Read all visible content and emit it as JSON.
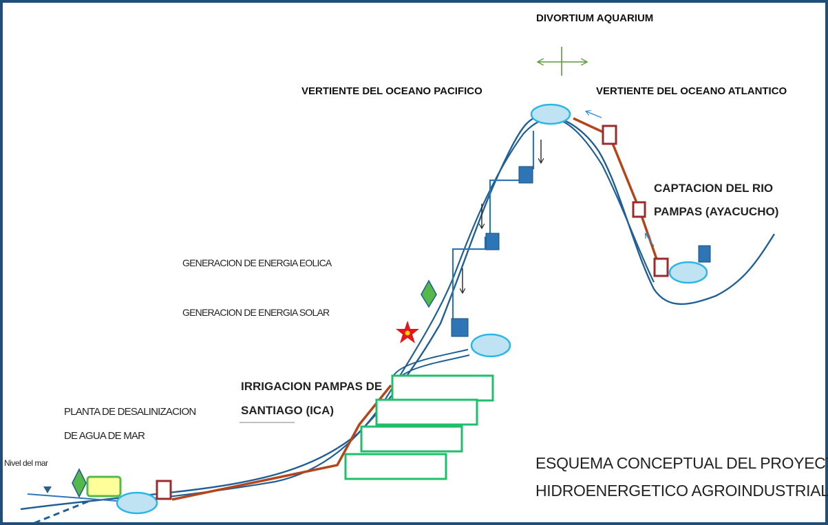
{
  "labels": {
    "divortium": "DIVORTIUM AQUARIUM",
    "pacific": "VERTIENTE DEL OCEANO PACIFICO",
    "atlantic": "VERTIENTE DEL OCEANO ATLANTICO",
    "captacion_line1": "CAPTACION  DEL RIO",
    "captacion_line2": "PAMPAS (AYACUCHO)",
    "eolica": "GENERACION DE ENERGIA EOLICA",
    "solar": "GENERACION DE ENERGIA SOLAR",
    "irrigacion_line1": "IRRIGACION PAMPAS DE",
    "irrigacion_line2": "SANTIAGO (ICA)",
    "planta_line1": "PLANTA DE DESALINIZACION",
    "planta_line2": "DE AGUA DE MAR",
    "nivel_mar": "Nivel del mar",
    "title_line1": "ESQUEMA CONCEPTUAL DEL PROYECTO",
    "title_line2": "HIDROENERGETICO AGROINDUSTRIAL"
  },
  "colors": {
    "frame": "#1f4e79",
    "terrain": "#1f5f96",
    "conduit": "#b5441a",
    "reservoir_fill": "#bfe3f2",
    "reservoir_stroke": "#29b6e8",
    "turbine": "#2e75b6",
    "pump_station": "#9b2b2b",
    "fields": "#1fbf6a",
    "wind": "#55b94a",
    "divide_arrow": "#5a9a3a",
    "star": "#e8141c",
    "plant_fill": "#ffff99"
  }
}
